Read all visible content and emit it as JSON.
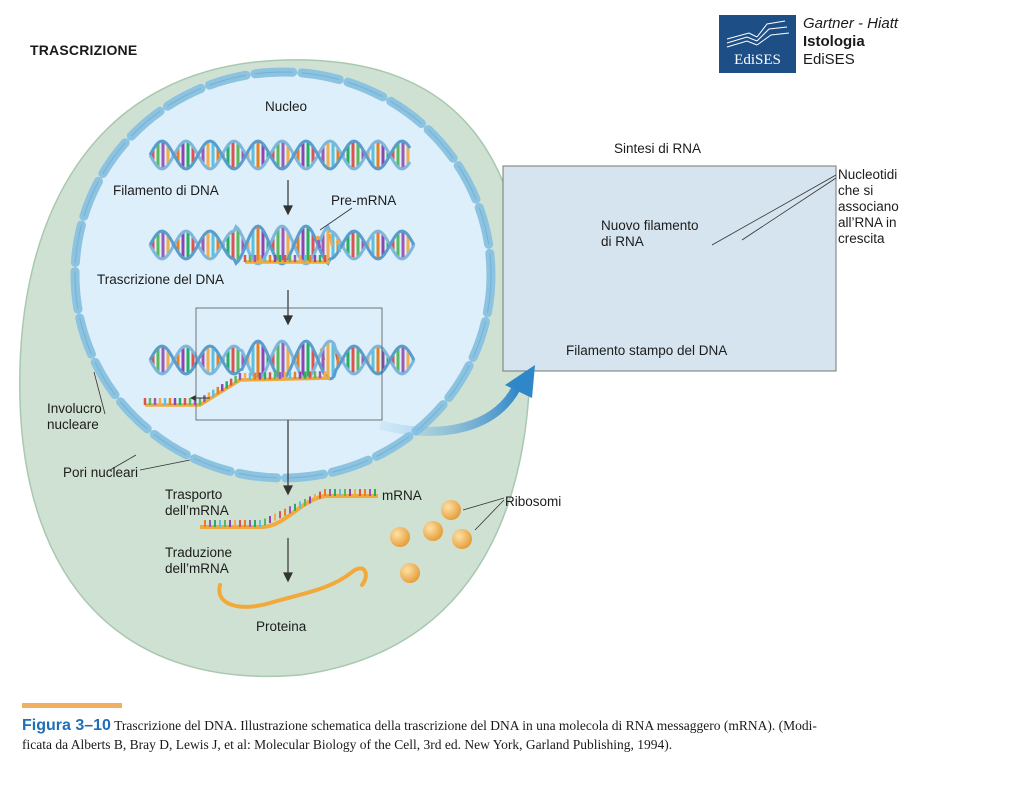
{
  "title": "TRASCRIZIONE",
  "book": {
    "authors": "Gartner - Hiatt",
    "title": "Istologia",
    "publisher": "EdiSES",
    "logo_text": "EdiSES"
  },
  "labels": {
    "nucleo": "Nucleo",
    "filamento_dna": "Filamento di DNA",
    "pre_mrna": "Pre-mRNA",
    "trascrizione_dna": "Trascrizione del DNA",
    "involucro_1": "Involucro",
    "involucro_2": "nucleare",
    "pori": "Pori nucleari",
    "trasporto_1": "Trasporto",
    "trasporto_2": "dell’mRNA",
    "mrna": "mRNA",
    "traduzione_1": "Traduzione",
    "traduzione_2": "dell’mRNA",
    "proteina": "Proteina",
    "ribosomi": "Ribosomi",
    "sintesi_rna": "Sintesi di RNA",
    "nuovo_1": "Nuovo filamento",
    "nuovo_2": "di RNA",
    "nucleotidi_1": "Nucleotidi",
    "nucleotidi_2": "che si",
    "nucleotidi_3": "associano",
    "nucleotidi_4": "all’RNA in",
    "nucleotidi_5": "crescita",
    "stampo": "Filamento stampo del DNA"
  },
  "caption": {
    "figure": "Figura 3–10",
    "text": "Trascrizione del DNA. Illustrazione schematica della trascrizione del DNA in una molecola di RNA messaggero (mRNA). (Modi-",
    "text2": "ficata da  Alberts B, Bray D, Lewis J, et al: Molecular Biology of the Cell, 3rd ed. New York, Garland Publishing, 1994)."
  },
  "colors": {
    "cell": "#cfe1d2",
    "nucleus": "#dceefa",
    "envelope": "#8cc3e0",
    "strand": "#7fb6dc",
    "rna": "#f2a93b",
    "ribosome": "#eea54a",
    "accent": "#1e6fb5"
  }
}
